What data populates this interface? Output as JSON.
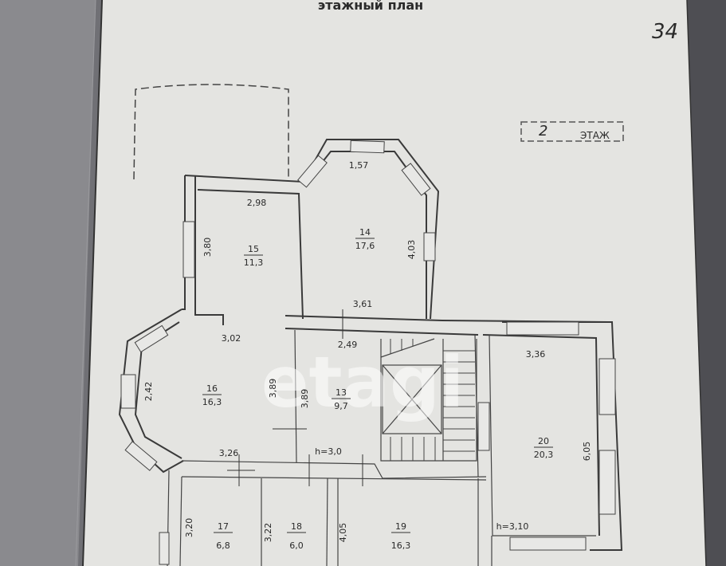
{
  "header": {
    "title_fragment": "этажный план",
    "page_mark": "34"
  },
  "stamp": {
    "number": "2",
    "text": "ЭТАЖ"
  },
  "watermark": "etagi",
  "rooms": [
    {
      "id": "r14",
      "number": "14",
      "area": "17,6"
    },
    {
      "id": "r15",
      "number": "15",
      "area": "11,3"
    },
    {
      "id": "r16",
      "number": "16",
      "area": "16,3"
    },
    {
      "id": "r13",
      "number": "13",
      "area": "9,7"
    },
    {
      "id": "r20",
      "number": "20",
      "area": "20,3"
    },
    {
      "id": "r17",
      "number": "17",
      "area": "6,8"
    },
    {
      "id": "r18",
      "number": "18",
      "area": "6,0"
    },
    {
      "id": "r19",
      "number": "19",
      "area": "16,3"
    }
  ],
  "dimensions": {
    "d157": "1,57",
    "d298": "2,98",
    "d380": "3,80",
    "d403": "4,03",
    "d361": "3,61",
    "d302": "3,02",
    "d249": "2,49",
    "d336": "3,36",
    "d242": "2,42",
    "d389a": "3,89",
    "d389b": "3,89",
    "d605": "6,05",
    "d326": "3,26",
    "d320": "3,20",
    "d322": "3,22",
    "d405": "4,05"
  },
  "heights": {
    "h_hall": "h=3,0",
    "h_room20": "h=3,10"
  },
  "colors": {
    "paper": "#e4e4e1",
    "shadow": "#6f6f74",
    "ink": "#2a2a2a"
  }
}
